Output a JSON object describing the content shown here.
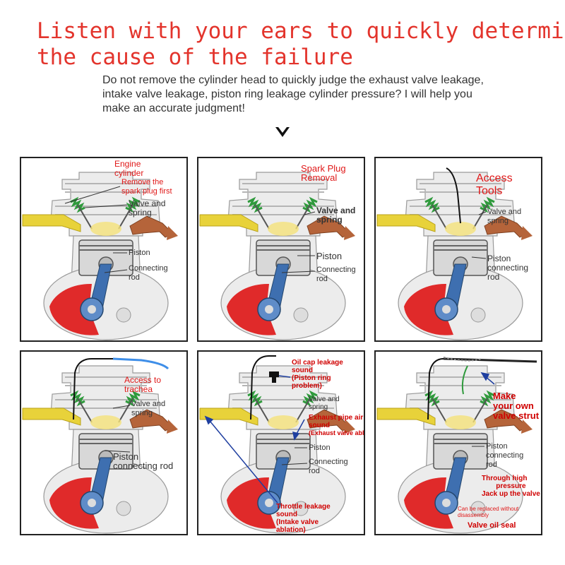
{
  "header": {
    "headline_line1": "Listen with your ears to quickly determine",
    "headline_line2": "the cause of the failure",
    "subtext": "Do not remove the cylinder head to quickly judge the exhaust valve leakage, intake valve leakage, piston ring leakage cylinder pressure? I will help you make an accurate judgment!"
  },
  "panels": [
    {
      "title_line1": "Engine",
      "title_line2": "cylinder",
      "note_line1": "Remove the",
      "note_line2": "spark plug first",
      "valve_line1": "Valve and",
      "valve_line2": "spring",
      "piston": "Piston",
      "rod_line1": "Connecting",
      "rod_line2": "rod"
    },
    {
      "title_line1": "Spark Plug",
      "title_line2": "Removal",
      "valve_line1": "Valve and",
      "valve_line2": "spring",
      "piston": "Piston",
      "rod_line1": "Connecting",
      "rod_line2": "rod"
    },
    {
      "title_line1": "Access",
      "title_line2": "Tools",
      "valve_line1": "Valve and",
      "valve_line2": "spring",
      "piston_line1": "Piston",
      "piston_line2": "connecting",
      "piston_line3": "rod"
    },
    {
      "title_line1": "Access to",
      "title_line2": "trachea",
      "valve_line1": "Valve and",
      "valve_line2": "spring",
      "piston_line1": "Piston",
      "piston_line2": "connecting rod"
    },
    {
      "oil_line1": "Oil cap leakage",
      "oil_line2": "sound",
      "oil_line3": "(Piston ring",
      "oil_line4": "problem)",
      "valve_line1": "Valve and",
      "valve_line2": "spring",
      "exhaust_line1": "Exhaust pipe air leakage",
      "exhaust_line2": "sound",
      "exhaust_line3": "(Exhaust valve ablation)",
      "piston": "Piston",
      "rod_line1": "Connecting",
      "rod_line2": "rod",
      "throttle_line1": "Throttle leakage",
      "throttle_line2": "sound",
      "throttle_line3": "(Intake valve",
      "throttle_line4": "ablation)"
    },
    {
      "strut_line1": "Make",
      "strut_line2": "your own",
      "strut_line3": "valve strut",
      "piston_line1": "Piston",
      "piston_line2": "connecting",
      "piston_line3": "rod",
      "pressure_line1": "Through high",
      "pressure_line2": "pressure",
      "pressure_line3": "Jack up the valve",
      "replace_line1": "Can be replaced without",
      "replace_line2": "disassembly",
      "seal": "Valve oil seal"
    }
  ],
  "colors": {
    "headline": "#e3342c",
    "label_red": "#e01818",
    "crankcase": "#e02a2a",
    "intake": "#e8d23a",
    "exhaust": "#b5643a",
    "spring": "#2f9a3c",
    "rod": "#3e6fb0"
  }
}
